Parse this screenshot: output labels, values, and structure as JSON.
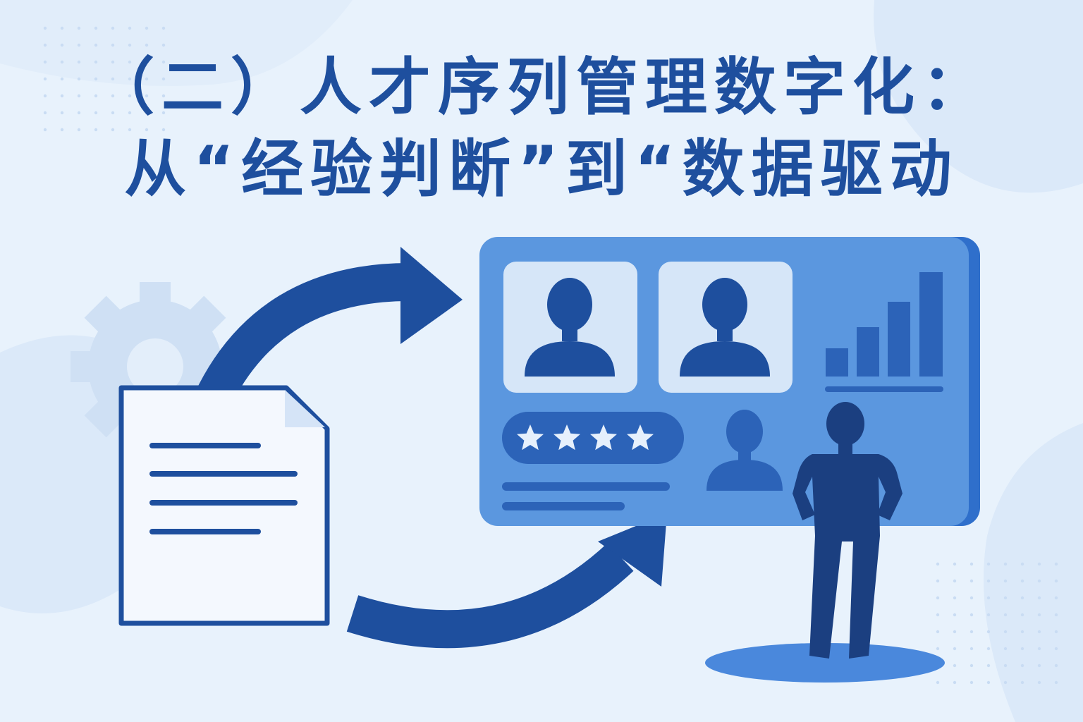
{
  "title": {
    "line1": "（二）人才序列管理数字化：",
    "line2": "从“经验判断”到“数据驱动"
  },
  "dashboard": {
    "rating_stars": 4
  },
  "icons": {
    "document": "document-icon",
    "arrow_top": "curved-arrow-icon",
    "arrow_bottom": "curved-arrow-icon",
    "profile": "person-avatar-icon",
    "chart": "bar-chart-icon",
    "star": "star-icon",
    "gear": "gear-icon",
    "person": "standing-person-icon"
  },
  "colors": {
    "background": "#e8f2fc",
    "title": "#1e4f9e",
    "dark_blue": "#1e4f9e",
    "dashboard": "#5b97df",
    "dashboard_edge": "#2f6fcb",
    "card_bg": "#d6e6f8",
    "person": "#1b3f80"
  }
}
